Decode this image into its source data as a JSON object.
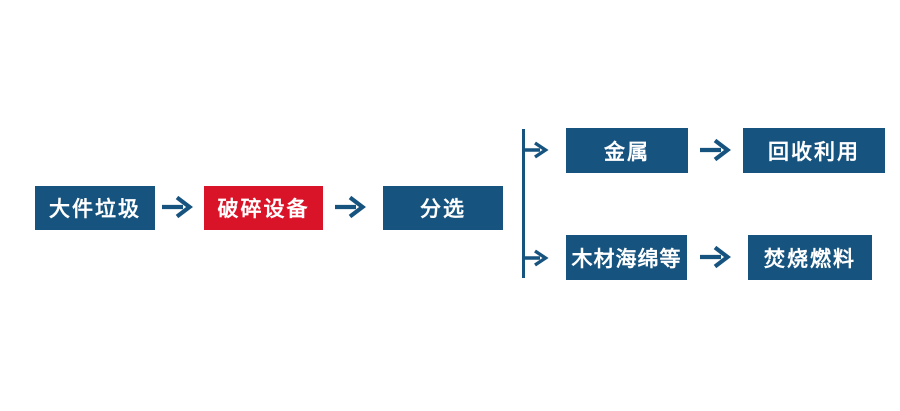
{
  "colors": {
    "node_blue": "#16537E",
    "node_red": "#DA1428",
    "node_text": "#FFFFFF",
    "background": "#FFFFFF"
  },
  "nodes": {
    "bulky_waste": {
      "label": "大件垃圾",
      "color": "#16537E"
    },
    "crushing_equipment": {
      "label": "破碎设备",
      "color": "#DA1428"
    },
    "sorting": {
      "label": "分选",
      "color": "#16537E"
    },
    "metal": {
      "label": "金属",
      "color": "#16537E"
    },
    "recycling": {
      "label": "回收利用",
      "color": "#16537E"
    },
    "wood_sponge": {
      "label": "木材海绵等",
      "color": "#16537E"
    },
    "incineration_fuel": {
      "label": "焚烧燃料",
      "color": "#16537E"
    }
  },
  "edges": [
    {
      "from": "bulky_waste",
      "to": "crushing_equipment"
    },
    {
      "from": "crushing_equipment",
      "to": "sorting"
    },
    {
      "from": "sorting",
      "to": "metal"
    },
    {
      "from": "sorting",
      "to": "wood_sponge"
    },
    {
      "from": "metal",
      "to": "recycling"
    },
    {
      "from": "wood_sponge",
      "to": "incineration_fuel"
    }
  ],
  "icons": {
    "arrow_right_glyph": "→"
  }
}
